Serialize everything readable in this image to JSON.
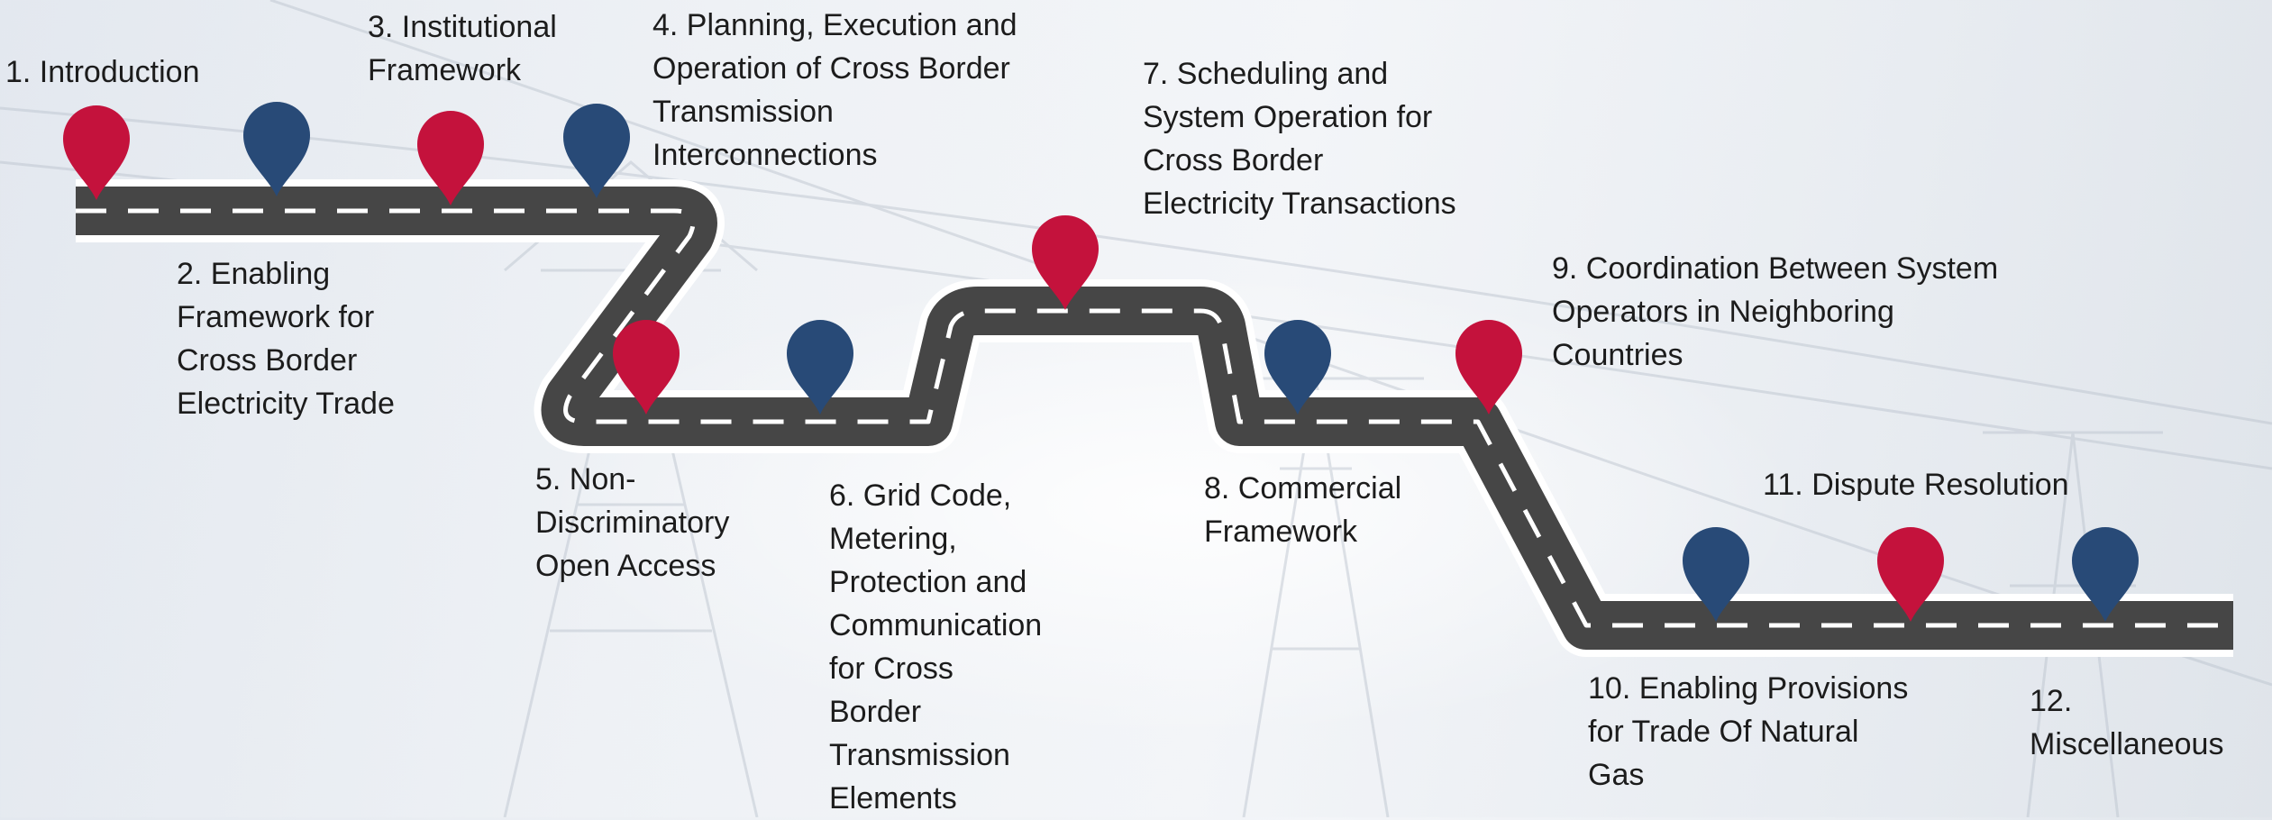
{
  "colors": {
    "pin_red": "#c4123c",
    "pin_blue": "#284a77",
    "road": "#464646",
    "road_edge": "#ffffff",
    "text": "#1c1c1c"
  },
  "milestones": [
    {
      "number": "1.",
      "text": "Introduction",
      "label": "1. Introduction",
      "pin_color": "red"
    },
    {
      "number": "2.",
      "text": "Enabling Framework for Cross Border Electricity Trade",
      "label": "2. Enabling\nFramework for\nCross Border\nElectricity Trade",
      "pin_color": "blue"
    },
    {
      "number": "3.",
      "text": "Institutional Framework",
      "label": "3. Institutional\nFramework",
      "pin_color": "red"
    },
    {
      "number": "4.",
      "text": "Planning, Execution and Operation of Cross Border Transmission Interconnections",
      "label": "4. Planning, Execution and\nOperation of Cross Border\nTransmission\nInterconnections",
      "pin_color": "blue"
    },
    {
      "number": "5.",
      "text": "Non-Discriminatory Open Access",
      "label": "5. Non-\nDiscriminatory\nOpen Access",
      "pin_color": "red"
    },
    {
      "number": "6.",
      "text": "Grid Code, Metering, Protection and Communication for Cross Border Transmission Elements",
      "label": "6. Grid Code,\nMetering,\nProtection and\nCommunication\nfor Cross\nBorder\nTransmission\nElements",
      "pin_color": "blue"
    },
    {
      "number": "7.",
      "text": "Scheduling and System Operation for Cross Border Electricity Transactions",
      "label": "7. Scheduling and\nSystem Operation for\nCross Border\nElectricity Transactions",
      "pin_color": "red"
    },
    {
      "number": "8.",
      "text": "Commercial Framework",
      "label": "8. Commercial\nFramework",
      "pin_color": "blue"
    },
    {
      "number": "9.",
      "text": "Coordination Between System Operators in Neighboring Countries",
      "label": "9. Coordination Between System\nOperators in Neighboring\nCountries",
      "pin_color": "red"
    },
    {
      "number": "10.",
      "text": "Enabling Provisions for Trade Of Natural Gas",
      "label": "10. Enabling Provisions\nfor Trade Of Natural\nGas",
      "pin_color": "blue"
    },
    {
      "number": "11.",
      "text": "Dispute Resolution",
      "label": "11. Dispute Resolution",
      "pin_color": "red"
    },
    {
      "number": "12.",
      "text": "Miscellaneous",
      "label": "12. Miscellaneous",
      "pin_color": "blue"
    }
  ]
}
